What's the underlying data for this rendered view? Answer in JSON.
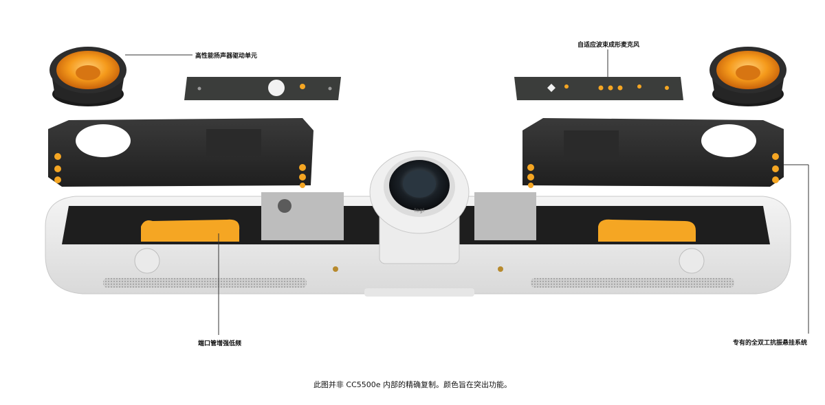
{
  "callouts": {
    "high_performance_driver": "高性能扬声器驱动单元",
    "adaptive_beamforming_mics": "自适应波束成形麦克风",
    "bass_port": "端口管增强低频",
    "anti_vibration": "专有的全双工抗振悬挂系统"
  },
  "caption": "此图并非 CC5500e 内部的精确复制。颜色旨在突出功能。",
  "camera_logo": "logi",
  "colors": {
    "accent_orange": "#f5a623",
    "housing_white": "#ececec",
    "frame_dark": "#2b2b2b",
    "pcb_dark": "#3b3d3b"
  }
}
